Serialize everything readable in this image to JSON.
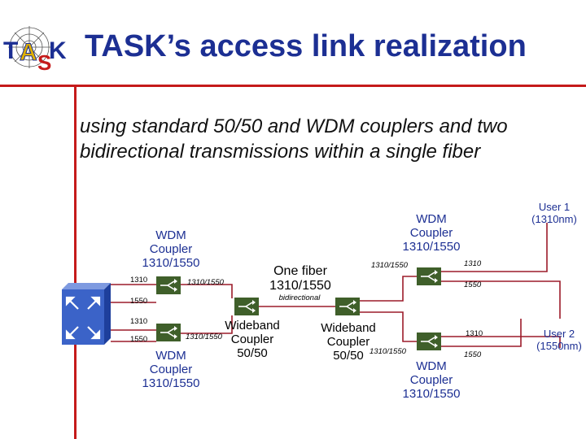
{
  "slide": {
    "logo_text": "TASK",
    "title": "TASK’s access link realization",
    "subtitle": "using standard 50/50 and WDM couplers and two bidirectional transmissions within a single fiber"
  },
  "diagram": {
    "wdm_left_top": [
      "WDM",
      "Coupler",
      "1310/1550"
    ],
    "wdm_left_bottom": [
      "WDM",
      "Coupler",
      "1310/1550"
    ],
    "wdm_right_top": [
      "WDM",
      "Coupler",
      "1310/1550"
    ],
    "wdm_right_bottom": [
      "WDM",
      "Coupler",
      "1310/1550"
    ],
    "wideband_left": [
      "Wideband",
      "Coupler",
      "50/50"
    ],
    "wideband_right": [
      "Wideband",
      "Coupler",
      "50/50"
    ],
    "one_fiber": [
      "One fiber",
      "1310/1550"
    ],
    "bidirectional": "bidirectional",
    "user1": [
      "User 1",
      "(1310nm)"
    ],
    "user2": [
      "User 2",
      "(1550nm)"
    ],
    "port_labels": {
      "lt_1310": "1310",
      "lt_mux": "1310/1550",
      "l_1550_a": "1550",
      "lb_1310": "1310",
      "lb_1550": "1550",
      "lb_mux": "1310/1550",
      "rt_mux": "1310/1550",
      "rt_1310": "1310",
      "rt_1550": "1550",
      "rb_1310": "1310",
      "rb_mux": "1310/1550",
      "rb_1550": "1550"
    }
  },
  "colors": {
    "title": "#1c2f93",
    "rule": "#c51a1a",
    "line": "#9c1c2a",
    "coupler_fill": "#3f5f2a",
    "switch_fill": "#3b63c8"
  }
}
